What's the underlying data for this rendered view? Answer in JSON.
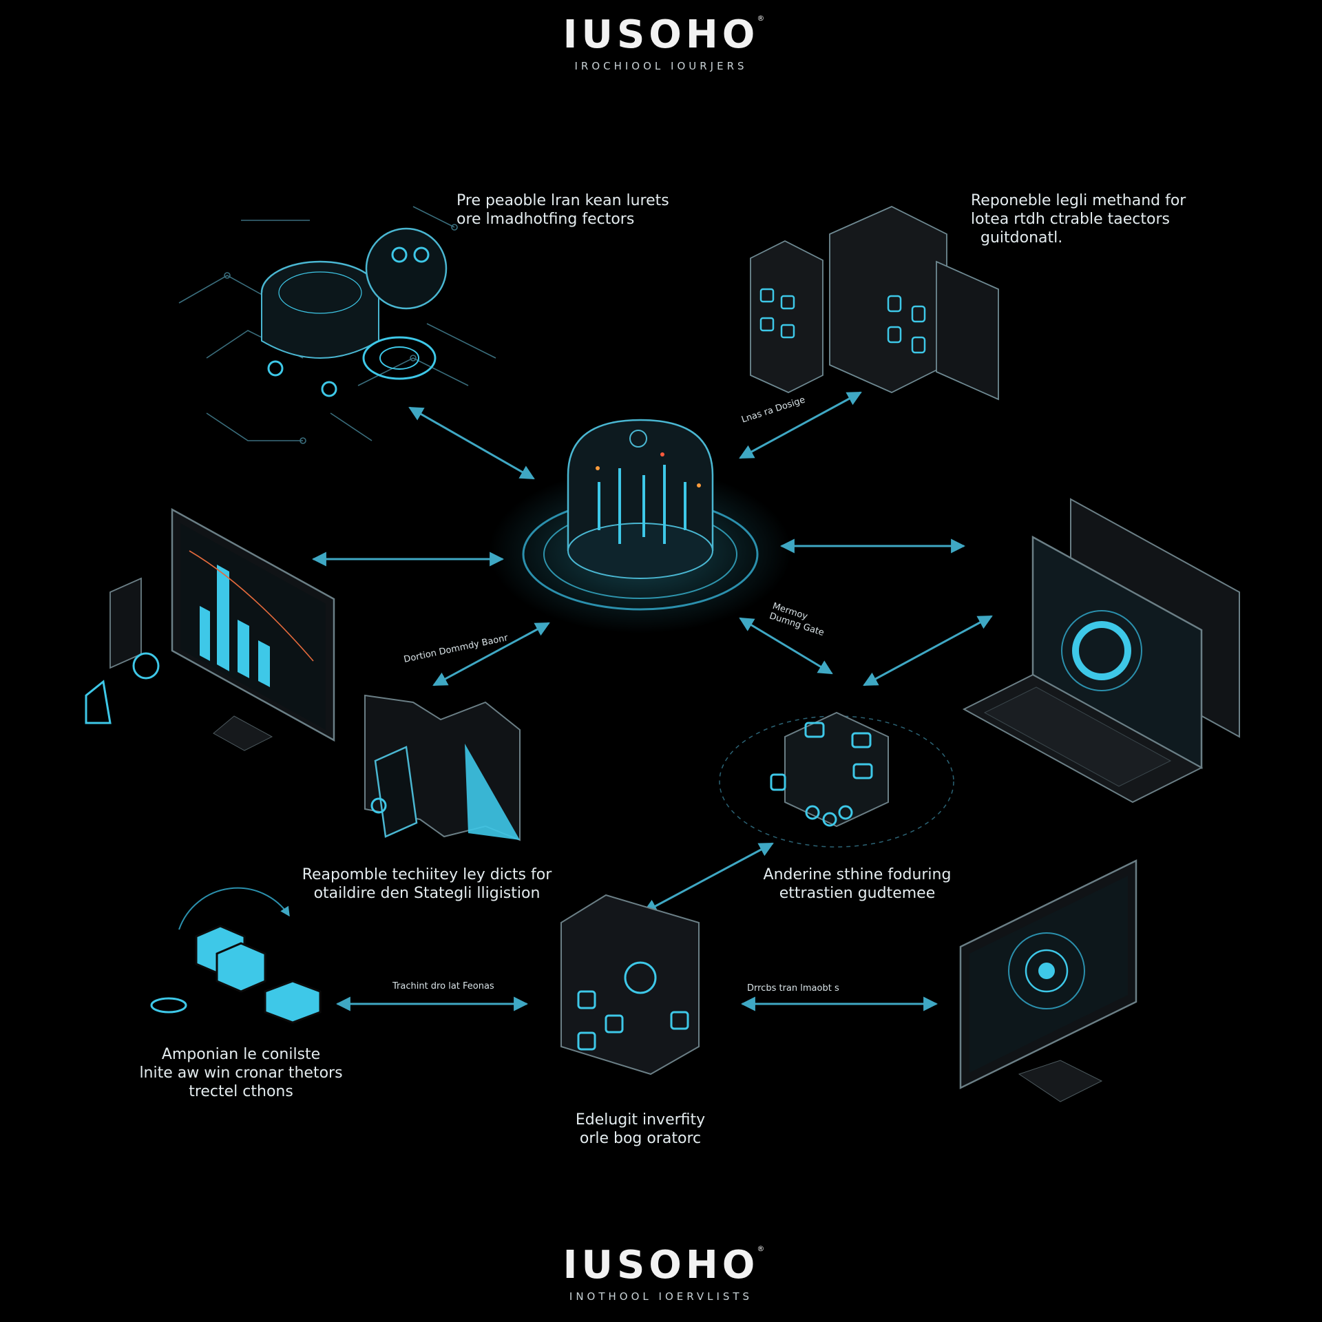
{
  "header": {
    "logo": "IUSOHO",
    "mark": "®",
    "tagline": "IROCHIOOL IOURJERS"
  },
  "footer": {
    "logo": "IUSOHO",
    "mark": "®",
    "tagline": "INOTHOOL IOERVLISTS"
  },
  "labels": {
    "top_center": [
      "Pre peaoble lran kean lurets",
      "ore lmadhotfing fectors"
    ],
    "top_right": [
      "Reponeble legli methand for",
      "lotea rtdh ctrable taectors",
      "guitdonatl."
    ],
    "mid_left": [
      "Reapomble techiitey ley dicts for",
      "otaildire den Stategli lligistion"
    ],
    "mid_right": [
      "Anderine sthine foduring",
      "ettrastien gudtemee"
    ],
    "bottom_left": [
      "Amponian le conilste",
      "lnite aw win cronar thetors",
      "trectel cthons"
    ],
    "bottom_center": [
      "Edelugit inverfity",
      "orle bog oratorc"
    ]
  },
  "arrow_labels": {
    "top_right_link": "Lnas ra Dosige",
    "mid_left_link": "Dortion Dommdy Baonr",
    "mid_right_link": [
      "Mermoy",
      "Dumng Gate"
    ],
    "bottom_left_link": "Trachint dro lat Feonas",
    "bottom_right_link": "Drrcbs tran lmaobt s"
  },
  "colors": {
    "background": "#000000",
    "accent": "#3ec8e8",
    "line": "#2a6b7d",
    "panel": "#121417"
  }
}
